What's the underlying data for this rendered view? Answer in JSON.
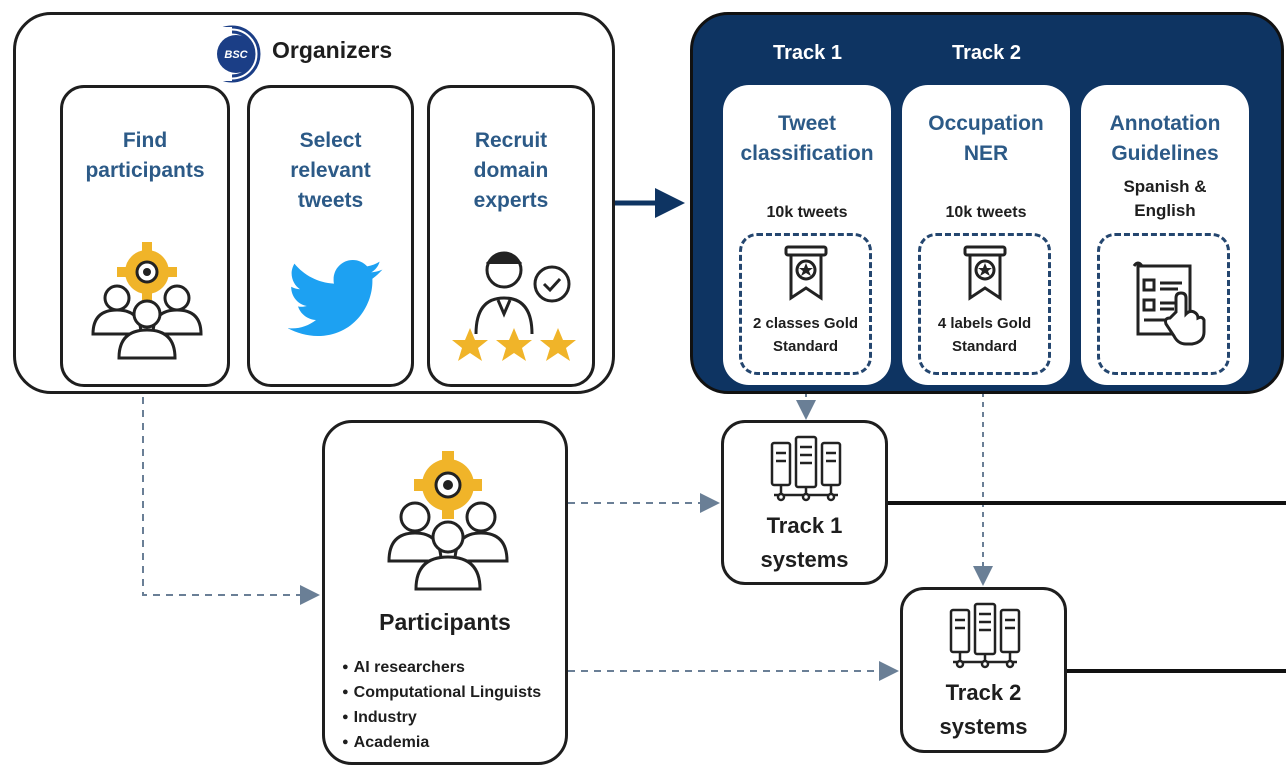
{
  "organizers": {
    "title": "Organizers",
    "logo_text": "BSC",
    "cards": [
      {
        "label": "Find participants",
        "icon": "team-gear-icon"
      },
      {
        "label": "Select relevant tweets",
        "icon": "twitter-bird-icon"
      },
      {
        "label": "Recruit domain experts",
        "icon": "expert-rating-icon"
      }
    ]
  },
  "tracks": {
    "headers": [
      "Track 1",
      "Track 2"
    ],
    "cards": [
      {
        "title": "Tweet classification",
        "count": "10k tweets",
        "gold": "2 classes Gold Standard",
        "icon": "ribbon-badge-icon"
      },
      {
        "title": "Occupation NER",
        "count": "10k tweets",
        "gold": "4 labels Gold Standard",
        "icon": "ribbon-badge-icon"
      },
      {
        "title": "Annotation Guidelines",
        "subtitle": "Spanish & English",
        "icon": "document-pointer-icon"
      }
    ]
  },
  "participants": {
    "title": "Participants",
    "items": [
      "AI researchers",
      "Computational Linguists",
      "Industry",
      "Academia"
    ]
  },
  "systems": [
    {
      "label": "Track 1 systems",
      "icon": "servers-icon"
    },
    {
      "label": "Track 2 systems",
      "icon": "servers-icon"
    }
  ],
  "colors": {
    "navy": "#0e3462",
    "accent_text": "#2c5a87",
    "gold": "#f0b429",
    "twitter": "#1da1f2",
    "connector": "#6a7f96"
  }
}
